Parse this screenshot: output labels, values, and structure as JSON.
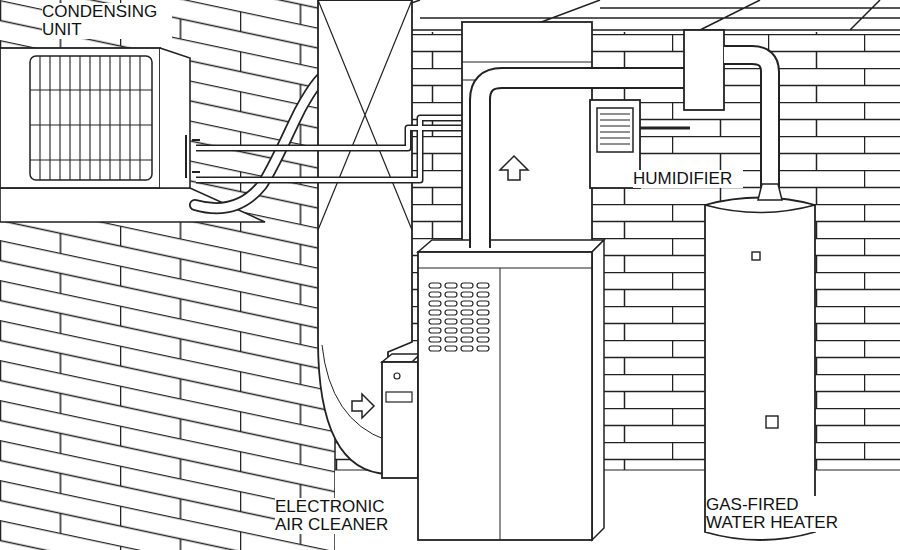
{
  "diagram": {
    "labels": [
      "CONDENSING UNIT",
      "HUMIDIFIER",
      "ELECTRONIC AIR CLEANER",
      "GAS-FIRED WATER HEATER"
    ]
  }
}
